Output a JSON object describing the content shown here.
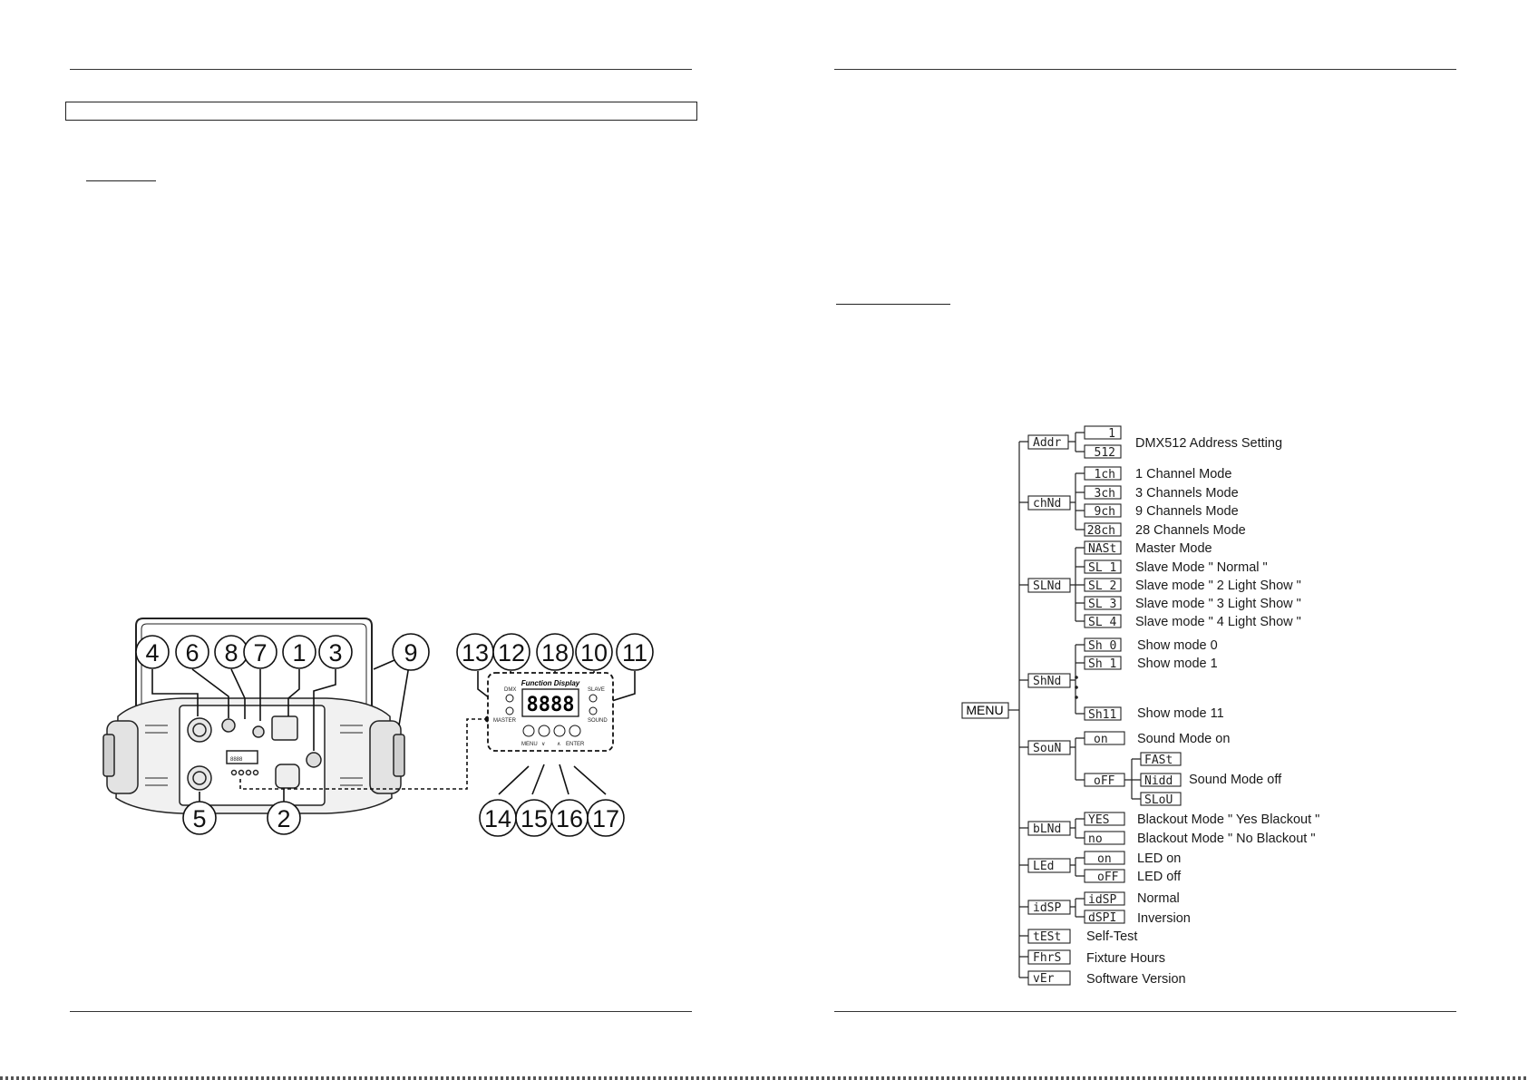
{
  "left_page": {
    "header_rule": true,
    "section_box": true
  },
  "device_figure": {
    "callouts": [
      "4",
      "6",
      "8",
      "7",
      "1",
      "3",
      "9",
      "13",
      "12",
      "18",
      "10",
      "11",
      "5",
      "2",
      "14",
      "15",
      "16",
      "17"
    ],
    "panel": {
      "title": "Function Display",
      "led_display": "8888",
      "labels": {
        "dmx": "DMX",
        "master": "MASTER",
        "slave": "SLAVE",
        "sound": "SOUND",
        "menu": "MENU",
        "down": "∨",
        "up": "∧",
        "enter": "ENTER"
      }
    }
  },
  "menu_tree": {
    "root": "MENU",
    "groups": [
      {
        "code": "Addr",
        "items": [
          {
            "code": "1"
          },
          {
            "code": "512"
          }
        ],
        "desc_single": "DMX512 Address Setting"
      },
      {
        "code": "chNd",
        "items": [
          {
            "code": "1ch",
            "desc": "1 Channel Mode"
          },
          {
            "code": "3ch",
            "desc": "3 Channels Mode"
          },
          {
            "code": "9ch",
            "desc": "9 Channels Mode"
          },
          {
            "code": "28ch",
            "desc": "28 Channels Mode"
          }
        ]
      },
      {
        "code": "SLNd",
        "items": [
          {
            "code": "NASt",
            "desc": "Master Mode"
          },
          {
            "code": "SL 1",
            "desc": "Slave Mode \" Normal \""
          },
          {
            "code": "SL 2",
            "desc": "Slave mode \" 2 Light Show \""
          },
          {
            "code": "SL 3",
            "desc": "Slave mode \" 3 Light Show \""
          },
          {
            "code": "SL 4",
            "desc": "Slave mode \" 4 Light Show \""
          }
        ]
      },
      {
        "code": "ShNd",
        "items": [
          {
            "code": "Sh 0",
            "desc": "Show mode 0"
          },
          {
            "code": "Sh 1",
            "desc": "Show mode 1"
          },
          {
            "code": "Sh11",
            "desc": "Show mode 11"
          }
        ]
      },
      {
        "code": "SouN",
        "items": [
          {
            "code": "on",
            "desc": "Sound Mode on"
          },
          {
            "code": "oFF",
            "desc": "Sound Mode off",
            "sub": [
              "FASt",
              "Nidd",
              "SLoU"
            ]
          }
        ]
      },
      {
        "code": "bLNd",
        "items": [
          {
            "code": "YES",
            "desc": "Blackout Mode \" Yes Blackout \""
          },
          {
            "code": "no",
            "desc": "Blackout Mode \" No Blackout \""
          }
        ]
      },
      {
        "code": "LEd",
        "items": [
          {
            "code": "on",
            "desc": "LED on"
          },
          {
            "code": "oFF",
            "desc": "LED off"
          }
        ]
      },
      {
        "code": "idSP",
        "items": [
          {
            "code": "idSP",
            "desc": "Normal"
          },
          {
            "code": "dSPI",
            "desc": "Inversion"
          }
        ]
      },
      {
        "code": "tESt",
        "desc": "Self-Test"
      },
      {
        "code": "FhrS",
        "desc": "Fixture Hours"
      },
      {
        "code": "vEr",
        "desc": "Software Version"
      }
    ]
  }
}
